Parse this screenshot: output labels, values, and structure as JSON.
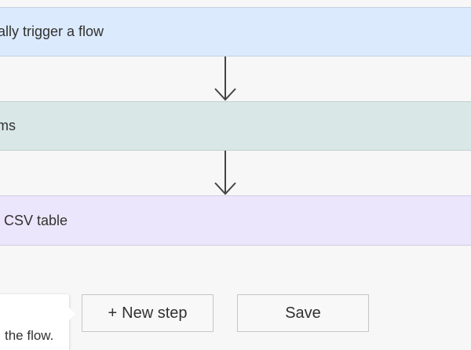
{
  "flow": {
    "steps": [
      {
        "label": "ally trigger a flow"
      },
      {
        "label": "ms"
      },
      {
        "label": "CSV table"
      }
    ]
  },
  "tooltip": {
    "text": "the flow."
  },
  "actions": {
    "new_step_icon": "plus-icon",
    "new_step_label": "New step",
    "save_label": "Save"
  },
  "colors": {
    "trigger_card": "#dbeafc",
    "items_card": "#d9e8e7",
    "csv_card": "#ece6fc",
    "canvas": "#f7f7f7"
  }
}
